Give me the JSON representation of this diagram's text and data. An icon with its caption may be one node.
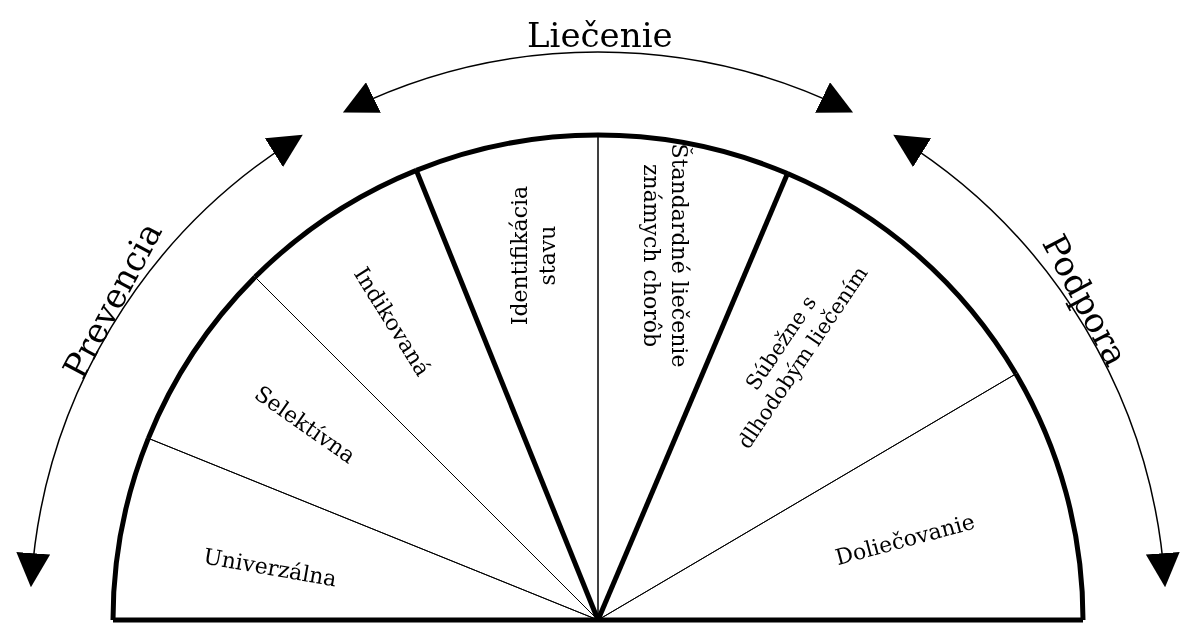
{
  "diagram": {
    "nodes": [
      {
        "text": [
          "Univerzálna"
        ]
      },
      {
        "text": [
          "Selektívna"
        ]
      },
      {
        "text": [
          "Indikovaná"
        ]
      },
      {
        "text": [
          "Identifikácia stavu"
        ]
      },
      {
        "text": [
          "Štandardné liečenie známych chorôb"
        ]
      },
      {
        "text": [
          "Súbežne s dlhodobým liečením"
        ]
      },
      {
        "text": [
          "Doliečovanie"
        ]
      }
    ],
    "edges": [],
    "labels": [
      "Liečenie",
      "Prevencia",
      "Podpora"
    ]
  }
}
